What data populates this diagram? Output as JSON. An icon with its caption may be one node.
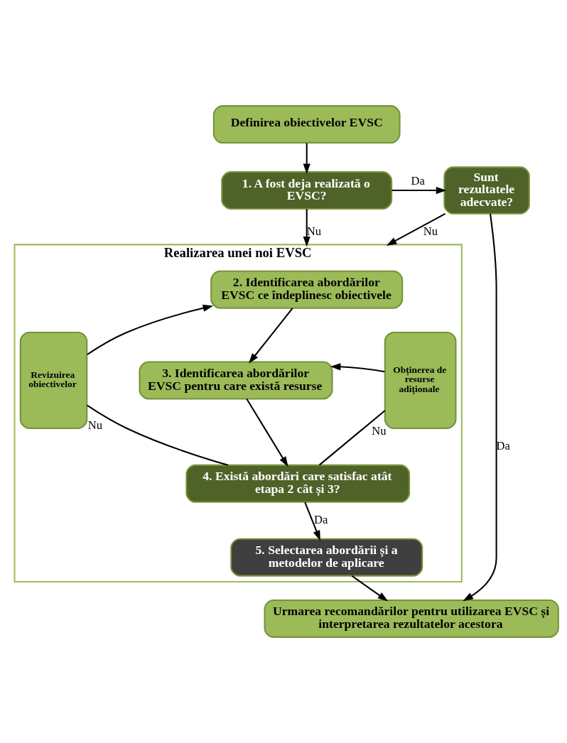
{
  "diagram": {
    "nodes": [
      {
        "text": [
          "Definirea obiectivelor EVSC"
        ]
      },
      {
        "text": [
          "1. A fost deja realizată o EVSC?"
        ]
      },
      {
        "text": [
          "Sunt rezultatele adecvate?"
        ]
      },
      {
        "text": [
          "Realizarea unei noi EVSC"
        ]
      },
      {
        "text": [
          "2. Identificarea abordărilor EVSC ce îndeplinesc obiectivele"
        ],
        "in": 3
      },
      {
        "text": [
          "Revizuirea obiectivelor"
        ],
        "in": 3
      },
      {
        "text": [
          "3. Identificarea abordărilor EVSC pentru care există resurse"
        ],
        "in": 3
      },
      {
        "text": [
          "Obținerea de resurse adiționale"
        ],
        "in": 3
      },
      {
        "text": [
          "4. Există abordări care satisfac atât etapa 2 cât și 3?"
        ],
        "in": 3
      },
      {
        "text": [
          "5. Selectarea abordării și a metodelor de aplicare"
        ],
        "in": 3
      },
      {
        "text": [
          "Urmarea recomandărilor pentru utilizarea EVSC și interpretarea rezultatelor acestora"
        ]
      }
    ],
    "edges": [
      {
        "from": 0,
        "to": 1,
        "arrow": "to"
      },
      {
        "from": 1,
        "to": 2,
        "arrow": "to",
        "label": "Da"
      },
      {
        "from": 1,
        "to": 3,
        "arrow": "to",
        "label": "Nu"
      },
      {
        "from": 2,
        "to": 3,
        "arrow": "to",
        "label": "Nu"
      },
      {
        "from": 2,
        "to": 10,
        "arrow": "to",
        "label": "Da"
      },
      {
        "from": 4,
        "to": 6,
        "arrow": "to"
      },
      {
        "from": 6,
        "to": 8,
        "arrow": "to"
      },
      {
        "from": 8,
        "to": 5,
        "arrow": "none",
        "label": "Nu"
      },
      {
        "from": 5,
        "to": 4,
        "arrow": "to"
      },
      {
        "from": 8,
        "to": 7,
        "arrow": "none",
        "label": "Nu"
      },
      {
        "from": 7,
        "to": 6,
        "arrow": "to"
      },
      {
        "from": 8,
        "to": 9,
        "arrow": "to",
        "label": "Da"
      },
      {
        "from": 9,
        "to": 10,
        "arrow": "to"
      }
    ]
  }
}
